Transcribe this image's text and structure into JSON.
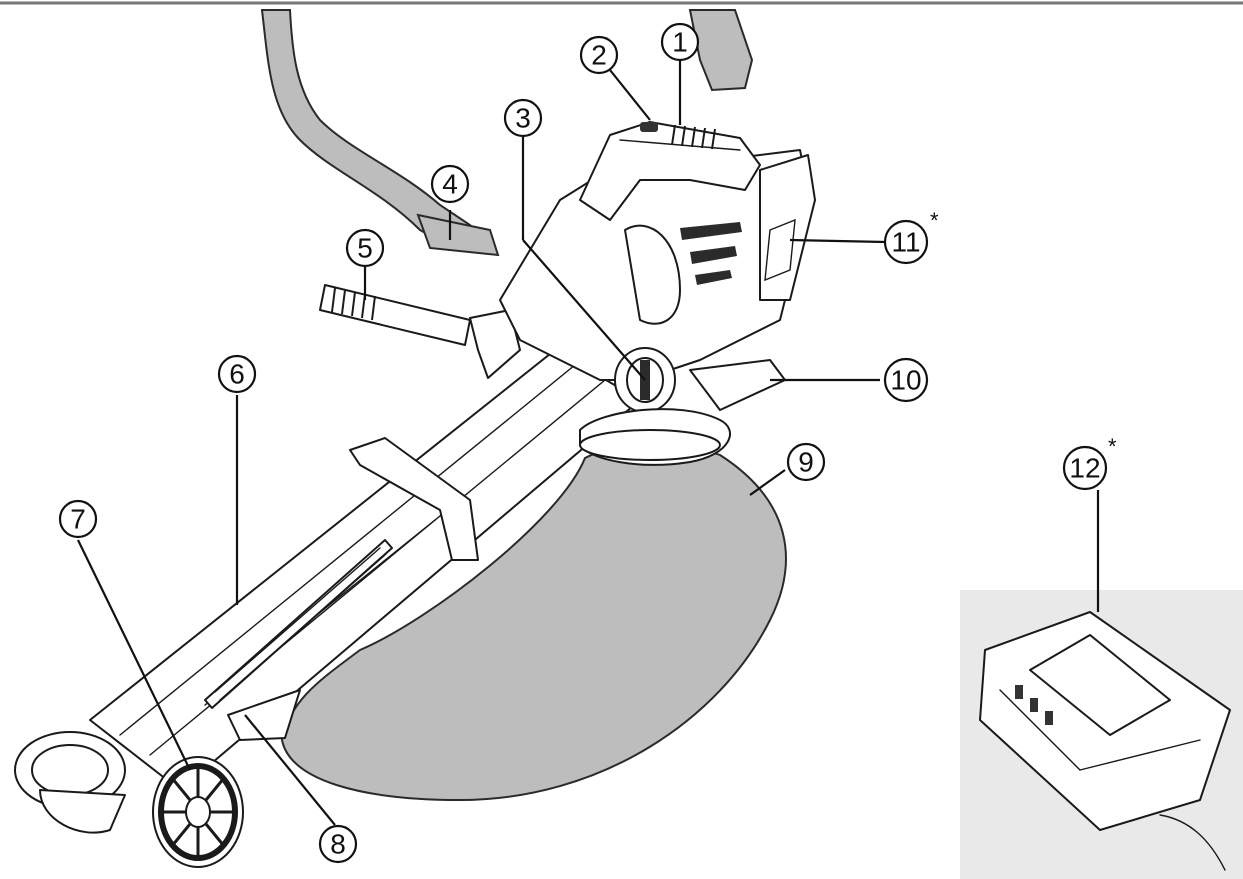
{
  "callouts": [
    {
      "label": "1"
    },
    {
      "label": "2"
    },
    {
      "label": "3"
    },
    {
      "label": "4"
    },
    {
      "label": "5"
    },
    {
      "label": "6"
    },
    {
      "label": "7"
    },
    {
      "label": "8"
    },
    {
      "label": "9"
    },
    {
      "label": "10"
    },
    {
      "label": "11",
      "asterisk": "*"
    },
    {
      "label": "12",
      "asterisk": "*"
    }
  ],
  "colors": {
    "line": "#111111",
    "bag": "#bdbdbd",
    "background": "#ffffff"
  }
}
